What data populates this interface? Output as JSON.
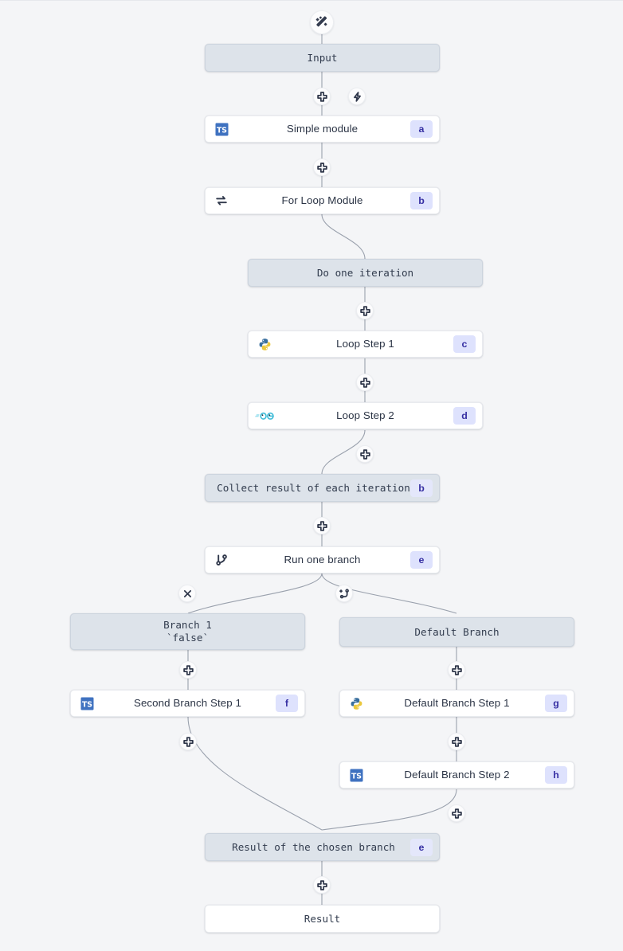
{
  "canvas": {
    "background": "#f4f5f7",
    "node_fill_step": "#ffffff",
    "node_fill_virtual": "#dde3ea",
    "badge_bg": "#dee2fd",
    "badge_fg": "#3730a3",
    "edge_color": "#9aa1ad"
  },
  "handles": {
    "magic_wand": "magic-wand-icon",
    "plus": "plus-icon",
    "zap": "zap-icon",
    "close": "close-icon",
    "add_branch": "add-branch-icon"
  },
  "nodes": [
    {
      "id": "input",
      "label": "Input",
      "kind": "virtual",
      "badge": "",
      "icon": ""
    },
    {
      "id": "simple",
      "label": "Simple module",
      "kind": "step",
      "badge": "a",
      "icon": "typescript"
    },
    {
      "id": "forloop",
      "label": "For Loop Module",
      "kind": "step",
      "badge": "b",
      "icon": "loop"
    },
    {
      "id": "iteration",
      "label": "Do one iteration",
      "kind": "virtual",
      "badge": "",
      "icon": ""
    },
    {
      "id": "loopstep1",
      "label": "Loop Step 1",
      "kind": "step",
      "badge": "c",
      "icon": "python"
    },
    {
      "id": "loopstep2",
      "label": "Loop Step 2",
      "kind": "step",
      "badge": "d",
      "icon": "go"
    },
    {
      "id": "collect",
      "label": "Collect result of each iteration",
      "kind": "virtual",
      "badge": "b",
      "icon": ""
    },
    {
      "id": "runbranch",
      "label": "Run one branch",
      "kind": "step",
      "badge": "e",
      "icon": "branch"
    },
    {
      "id": "branch1",
      "label": "Branch 1\n`false`",
      "kind": "virtual",
      "badge": "",
      "icon": ""
    },
    {
      "id": "defbranch",
      "label": "Default Branch",
      "kind": "virtual",
      "badge": "",
      "icon": ""
    },
    {
      "id": "secondstep1",
      "label": "Second Branch Step 1",
      "kind": "step",
      "badge": "f",
      "icon": "typescript"
    },
    {
      "id": "defstep1",
      "label": "Default Branch Step 1",
      "kind": "step",
      "badge": "g",
      "icon": "python"
    },
    {
      "id": "defstep2",
      "label": "Default Branch Step 2",
      "kind": "step",
      "badge": "h",
      "icon": "typescript"
    },
    {
      "id": "chosen",
      "label": "Result of the chosen branch",
      "kind": "virtual",
      "badge": "e",
      "icon": ""
    },
    {
      "id": "result",
      "label": "Result",
      "kind": "plain",
      "badge": "",
      "icon": ""
    }
  ]
}
